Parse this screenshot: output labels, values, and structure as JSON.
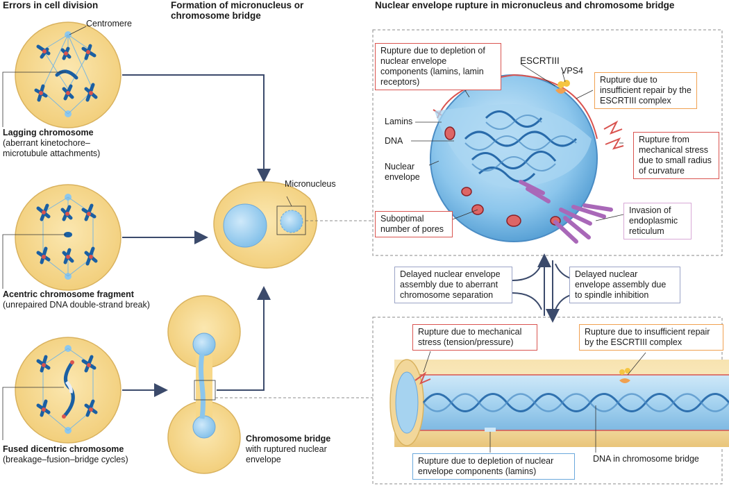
{
  "headers": {
    "col1": "Errors in cell division",
    "col2": "Formation of micronucleus or chromosome bridge",
    "col3": "Nuclear envelope rupture in micronucleus and chromosome bridge"
  },
  "col1": {
    "centromere": "Centromere",
    "lagging_title": "Lagging chromosome",
    "lagging_desc": "(aberrant kinetochore–microtubule attachments)",
    "acentric_title": "Acentric chromosome fragment",
    "acentric_desc": "(unrepaired DNA double-strand break)",
    "fused_title": "Fused dicentric chromosome",
    "fused_desc": "(breakage–fusion–bridge cycles)"
  },
  "col2": {
    "micronucleus": "Micronucleus",
    "bridge_title": "Chromosome bridge",
    "bridge_desc": "with ruptured nuclear envelope"
  },
  "micronucleus_panel": {
    "rupture_depletion": "Rupture due to depletion of nuclear envelope components (lamins, lamin receptors)",
    "escrtiii": "ESCRTIII",
    "vps4": "VPS4",
    "rupture_repair": "Rupture due to insufficient repair by the ESCRTIII complex",
    "lamins": "Lamins",
    "dna": "DNA",
    "nuclear_envelope": "Nuclear envelope",
    "rupture_mechanical": "Rupture from mechanical stress due to small radius of curvature",
    "suboptimal_pores": "Suboptimal number of pores",
    "er_invasion": "Invasion of endoplasmic reticulum"
  },
  "middle": {
    "delayed_separation": "Delayed nuclear envelope assembly due to aberrant chromosome separation",
    "delayed_spindle": "Delayed nuclear envelope assembly due to spindle inhibition"
  },
  "bridge_panel": {
    "rupture_mechanical": "Rupture due to mechanical stress (tension/pressure)",
    "rupture_repair": "Rupture due to insufficient repair by the ESCRTIII complex",
    "rupture_lamins": "Rupture due to depletion of nuclear envelope components (lamins)",
    "dna_bridge": "DNA in chromosome bridge"
  },
  "colors": {
    "cell_fill": "#f7d88a",
    "cell_stroke": "#d9b25e",
    "nucleus_fill": "#9fd0f0",
    "chromosome": "#1a5fa3",
    "kinetochore": "#d9534f",
    "arrow": "#3b4a6b",
    "er": "#a968b8"
  }
}
